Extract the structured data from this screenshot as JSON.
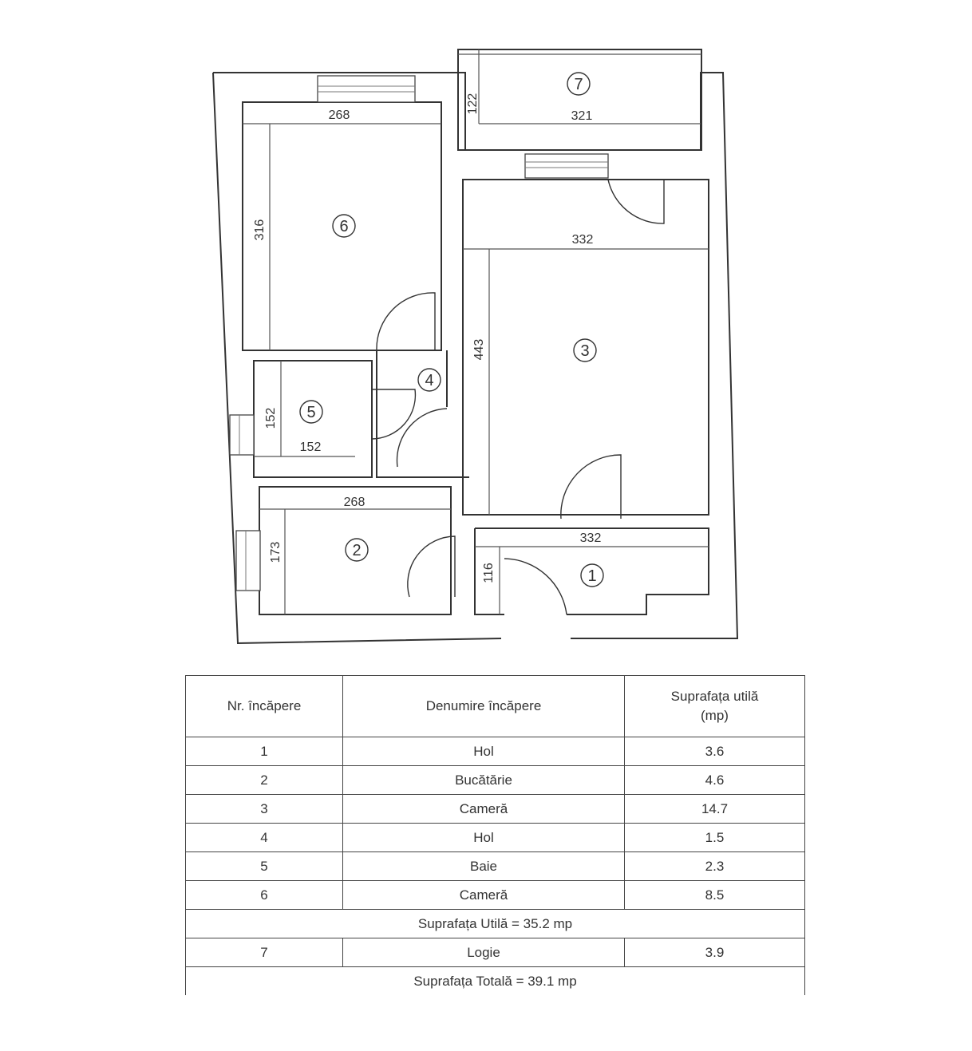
{
  "floor_plan": {
    "rooms": [
      {
        "id": "1",
        "label": "1"
      },
      {
        "id": "2",
        "label": "2"
      },
      {
        "id": "3",
        "label": "3"
      },
      {
        "id": "4",
        "label": "4"
      },
      {
        "id": "5",
        "label": "5"
      },
      {
        "id": "6",
        "label": "6"
      },
      {
        "id": "7",
        "label": "7"
      }
    ],
    "dimensions": {
      "room7_width": "321",
      "room7_depth": "122",
      "room6_width": "268",
      "room6_depth": "316",
      "room3_width": "332",
      "room3_depth": "443",
      "room5_width": "152",
      "room5_depth": "152",
      "room2_width": "268",
      "room2_depth": "173",
      "room1_width": "332",
      "room1_depth": "116"
    }
  },
  "table": {
    "headers": {
      "nr": "Nr. încăpere",
      "name": "Denumire încăpere",
      "area_line1": "Suprafața utilă",
      "area_line2": "(mp)"
    },
    "rows": [
      {
        "nr": "1",
        "name": "Hol",
        "area": "3.6"
      },
      {
        "nr": "2",
        "name": "Bucătărie",
        "area": "4.6"
      },
      {
        "nr": "3",
        "name": "Cameră",
        "area": "14.7"
      },
      {
        "nr": "4",
        "name": "Hol",
        "area": "1.5"
      },
      {
        "nr": "5",
        "name": "Baie",
        "area": "2.3"
      },
      {
        "nr": "6",
        "name": "Cameră",
        "area": "8.5"
      }
    ],
    "useful_total": "Suprafața Utilă = 35.2 mp",
    "loggia_row": {
      "nr": "7",
      "name": "Logie",
      "area": "3.9"
    },
    "grand_total": "Suprafața Totală = 39.1 mp"
  }
}
